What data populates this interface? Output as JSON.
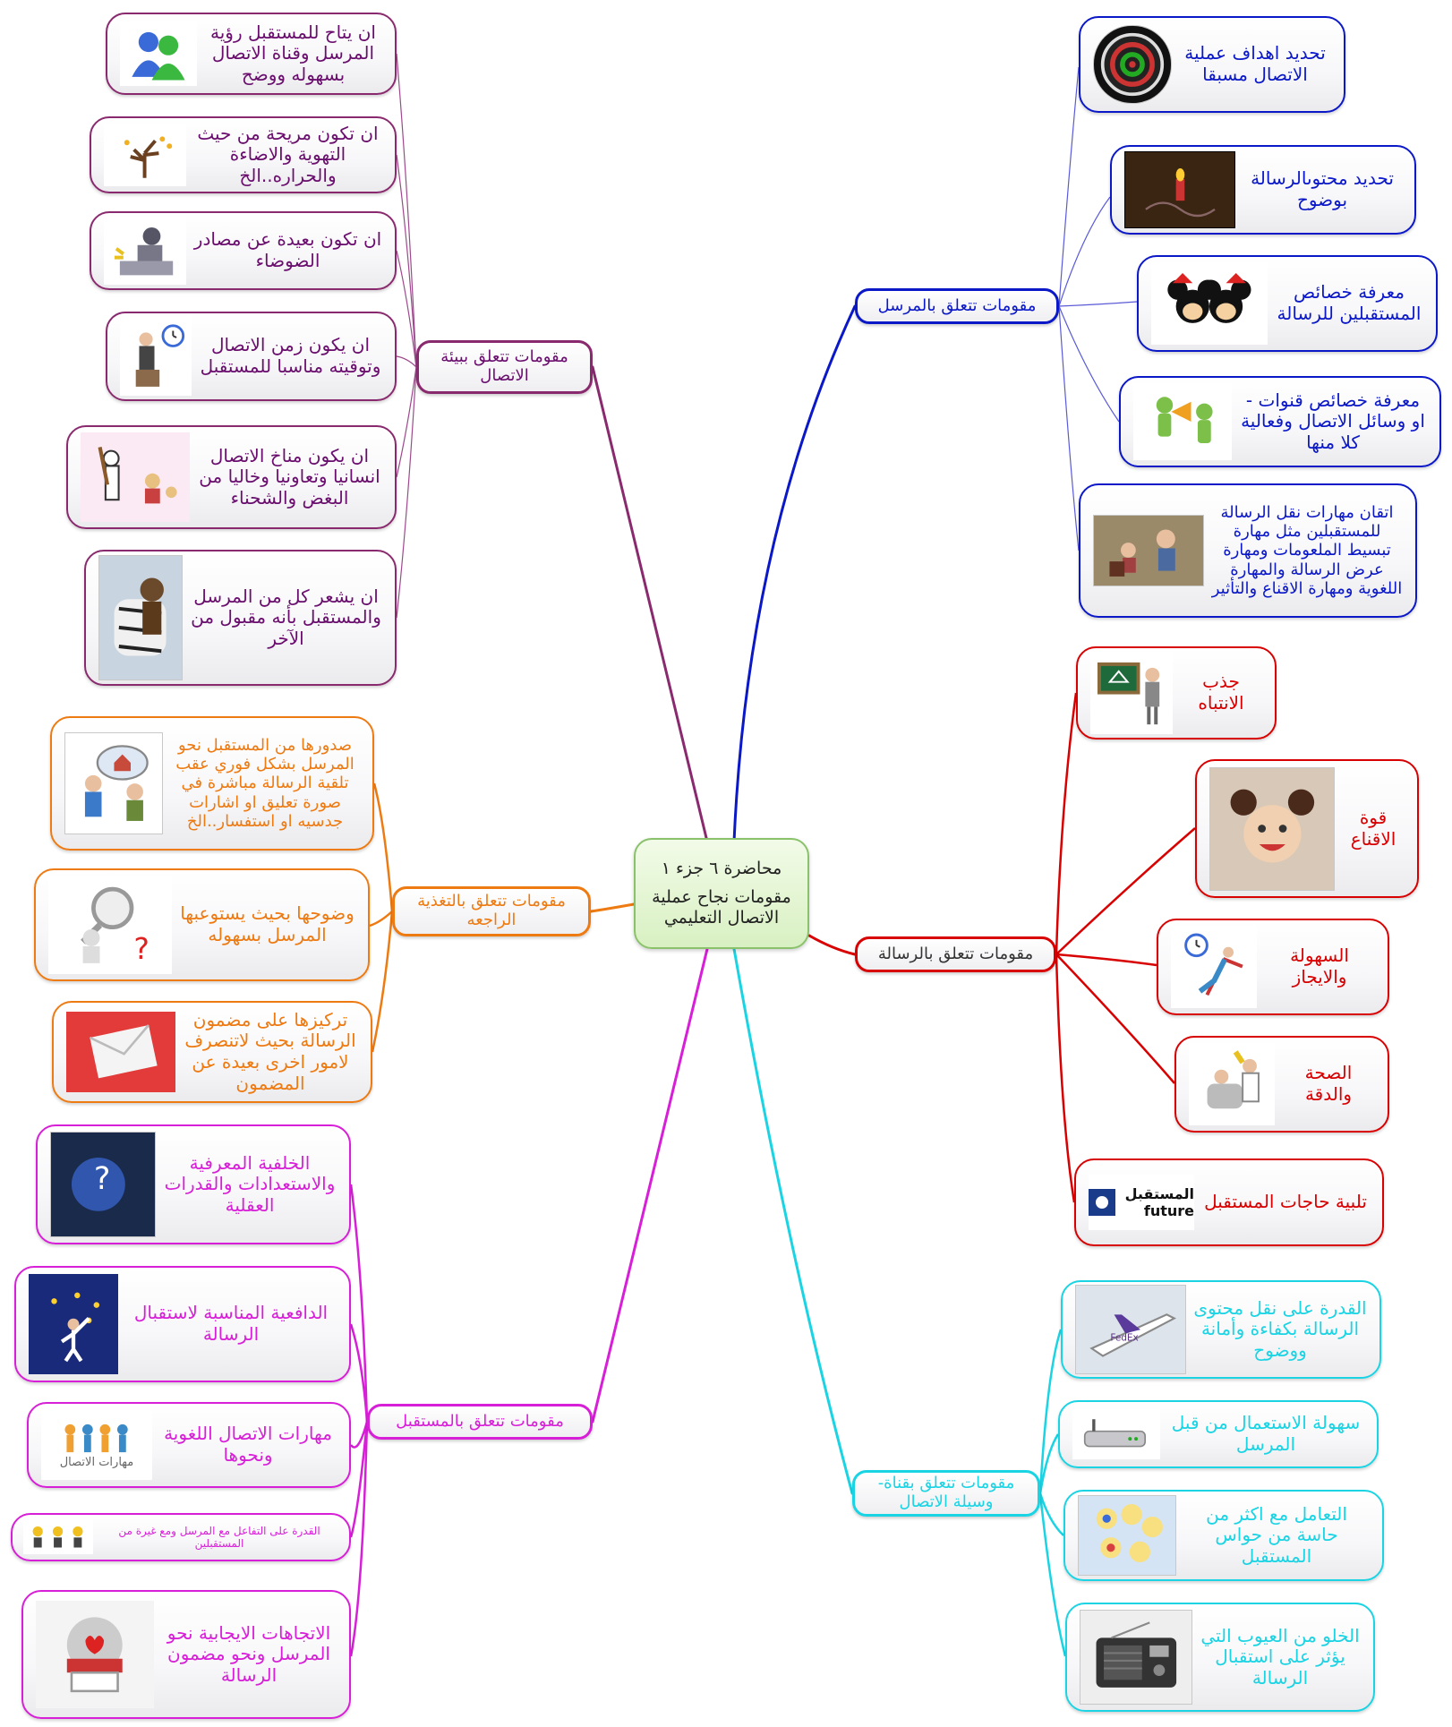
{
  "center": {
    "line1": "محاضرة ٦ جزء ١",
    "line2": "مقومات نجاح عملية الاتصال التعليمي"
  },
  "colors": {
    "sender": "#0b18c8",
    "environment": "#8a2a6e",
    "message": "#d80000",
    "feedback": "#ee7a12",
    "receiver": "#d81fd8",
    "channel": "#1ad4e4",
    "center_border": "#8ac26b"
  },
  "branches": {
    "sender": {
      "label": "مقومات تتعلق بالمرسل",
      "items": [
        {
          "text": "تحديد اهداف عملية الاتصال مسبقا",
          "icon": "dartboard-icon"
        },
        {
          "text": "تحديد محتوىالرسالة بوضوح",
          "icon": "candle-photo-icon"
        },
        {
          "text": "معرفة خصائص المستقبلين للرسالة",
          "icon": "mickey-minnie-icon"
        },
        {
          "text": "معرفة خصائص قنوات - او وسائل الاتصال وفعالية كلا منها",
          "icon": "megaphone-figures-icon"
        },
        {
          "text": "اتقان مهارات نقل الرسالة للمستقبلين مثل مهارة تبسيط الملعومات ومهارة عرض الرسالة والمهارة اللغوية ومهارة الاقناع والتأثير",
          "icon": "father-child-photo-icon"
        }
      ]
    },
    "environment": {
      "label": "مقومات تتعلق ببيئة الاتصال",
      "items": [
        {
          "text": "ان يتاح للمستقبل رؤية المرسل وقناة الاتصال بسهوله ووضح",
          "icon": "messenger-people-icon"
        },
        {
          "text": "ان تكون مريحة من حيث التهوية والاضاءة والحراره..الخ",
          "icon": "tree-wind-icon"
        },
        {
          "text": "ان تكون بعيدة عن مصادر الضوضاء",
          "icon": "worker-drill-icon"
        },
        {
          "text": "ان يكون زمن الاتصال وتوقيته مناسبا للمستقبل",
          "icon": "man-chair-clock-icon"
        },
        {
          "text": "ان يكون مناخ الاتصال انسانيا وتعاونيا وخاليا من البغض والشحناء",
          "icon": "cartoon-figures-icon"
        },
        {
          "text": "ان يشعر كل من المرسل والمستقبل بأنه مقبول من الآخر",
          "icon": "tiger-hug-photo-icon"
        }
      ]
    },
    "message": {
      "label": "مقومات تتعلق بالرسالة",
      "items": [
        {
          "text": "جذب الانتباه",
          "icon": "teacher-board-icon"
        },
        {
          "text": "قوة الاقناع",
          "icon": "girl-photo-icon"
        },
        {
          "text": "السهولة والايجاز",
          "icon": "relax-chair-clock-icon"
        },
        {
          "text": "الصحة والدقة",
          "icon": "dentist-icon"
        },
        {
          "text": "تلبية حاجات المستقبل",
          "icon": "future-logo-icon",
          "logo_text": [
            "المستقبل",
            "future"
          ]
        }
      ]
    },
    "feedback": {
      "label": "مقومات تتعلق بالتغذية الراجعه",
      "items": [
        {
          "text": "صدورها من المستقبل نحو المرسل بشكل فوري عقب تلقية الرسالة مباشرة في صورة تعليق او اشارات جدسيه او استفسار..الخ",
          "icon": "people-thinking-icon"
        },
        {
          "text": "وضوحها بحيث يستوعبها المرسل بسهوله",
          "icon": "magnifier-question-icon"
        },
        {
          "text": "تركيزها على مضمون الرسالة بحيث لاتنصرف لامور اخرى بعيدة عن المضمون",
          "icon": "envelope-icon"
        }
      ]
    },
    "receiver": {
      "label": "مقومات تتعلق بالمستقبل",
      "items": [
        {
          "text": "الخلفية المعرفية والاستعدادات والقدرات العقلية",
          "icon": "head-question-icon"
        },
        {
          "text": "الدافعية المناسبة لاستقبال الرسالة",
          "icon": "stars-reach-icon"
        },
        {
          "text": "مهارات الاتصال اللغوية ونحوها",
          "icon": "communication-skills-icon",
          "logo_text": [
            "مهارات الاتصال"
          ]
        },
        {
          "text": "القدرة على التفاعل مع المرسل ومع غيرة من المستقبلين",
          "icon": "seated-people-icon"
        },
        {
          "text": "الاتجاهات الايجابية نحو المرسل ونحو مضمون الرسالة",
          "icon": "phone-heart-icon"
        }
      ]
    },
    "channel": {
      "label": "مقومات تتعلق بقناة-وسيلة الاتصال",
      "items": [
        {
          "text": "القدرة على نقل محتوى الرسالة بكفاءة وأمانة ووضوح",
          "icon": "airplane-photo-icon"
        },
        {
          "text": "سهولة الاستعمال من قبل المرسل",
          "icon": "router-icon"
        },
        {
          "text": "التعامل مع اكثر من حاسة من حواس المستقبل",
          "icon": "senses-icon"
        },
        {
          "text": "الخلو من العيوب التي يؤثر على استقبال الرسالة",
          "icon": "radio-icon"
        }
      ]
    }
  }
}
